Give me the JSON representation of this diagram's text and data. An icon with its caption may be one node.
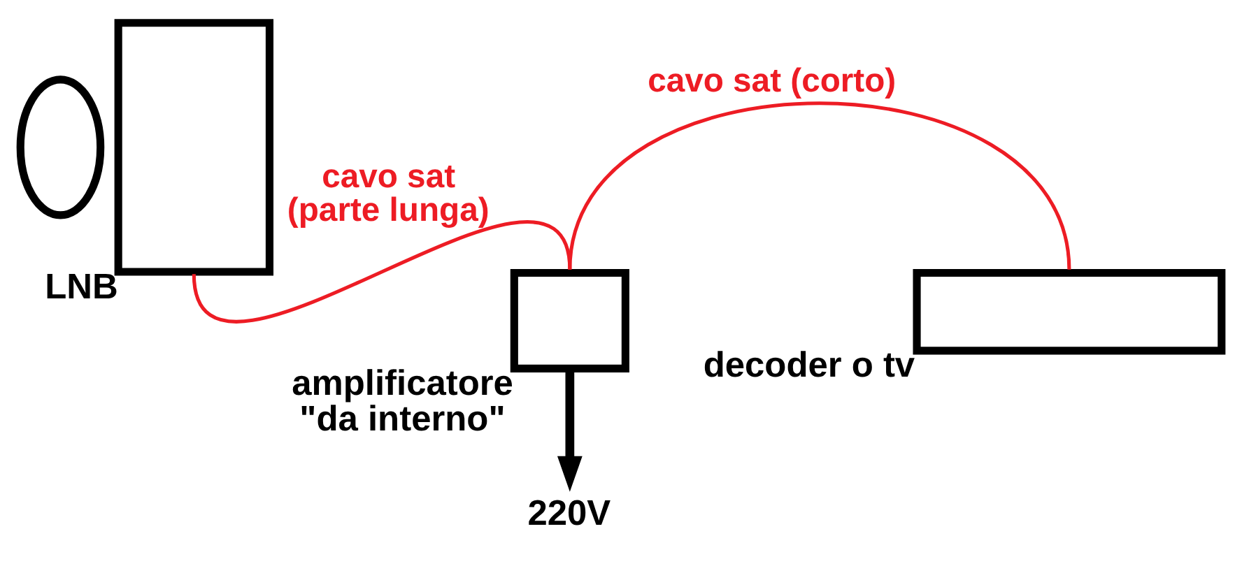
{
  "diagram": {
    "nodes": [
      {
        "text": [],
        "shape": "ellipse"
      },
      {
        "text": [],
        "shape": "box",
        "beside": [
          "LNB"
        ]
      },
      {
        "text": [],
        "shape": "box",
        "beside": [
          "amplificatore \"da interno\""
        ]
      },
      {
        "text": [],
        "shape": "box",
        "beside": [
          "decoder o tv"
        ]
      },
      {
        "text": [
          "220V"
        ]
      }
    ],
    "edges": [
      {
        "from": 1,
        "to": 2,
        "arrow": "none",
        "label": "cavo sat (parte lunga)"
      },
      {
        "from": 2,
        "to": 3,
        "arrow": "none",
        "label": "cavo sat (corto)"
      },
      {
        "from": 2,
        "to": 4,
        "arrow": "to",
        "style": "thick",
        "color": "#000000"
      }
    ]
  }
}
